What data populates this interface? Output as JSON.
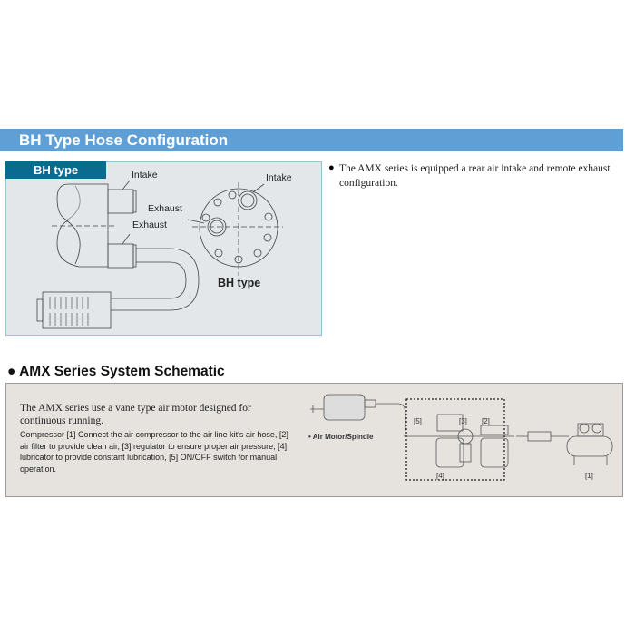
{
  "section1": {
    "title": "BH Type Hose Configuration",
    "panel_tag": "BH type",
    "labels": {
      "intake_side": "Intake",
      "exhaust_side": "Exhaust",
      "intake_face": "Intake",
      "exhaust_face": "Exhaust",
      "face_caption": "BH type"
    },
    "description": "The AMX series is equipped a rear air intake and remote exhaust configuration."
  },
  "section2": {
    "title": "AMX Series System Schematic",
    "lead": "The AMX series use a vane type air motor designed for continuous running.",
    "description": "Compressor [1] Connect the air compressor to the air line kit's air hose, [2] air filter to provide clean air, [3] regulator to ensure proper air pressure, [4] lubricator to provide constant lubrication, [5] ON/OFF switch for manual operation.",
    "diagram": {
      "motor_label": "Air Motor/Spindle",
      "n5": "[5]",
      "n3": "[3]",
      "n2": "[2]",
      "n4": "[4]",
      "n1": "[1]"
    }
  },
  "colors": {
    "header_blue": "#5f9fd6",
    "tag_teal": "#0b6a8f",
    "panel_bg": "#e3e7ea",
    "schematic_bg": "#e6e3df"
  }
}
